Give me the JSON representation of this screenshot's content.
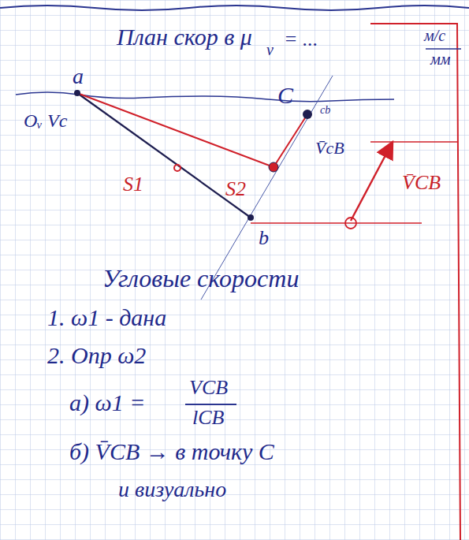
{
  "diagram": {
    "labels": [
      "План скор в μ",
      "v",
      "= ...",
      "м/с",
      "мм",
      "a",
      "Oᵥ Vc",
      "C",
      "cb",
      "V̄cB",
      "V̄CB",
      "S1",
      "S2",
      "b",
      "Угловые скорости",
      "1. ω1 - дана",
      "2. Опр ω2",
      "а) ω1 =",
      "VCB",
      "lCB",
      "б) V̄CB → в точку C",
      "и визуально"
    ]
  }
}
